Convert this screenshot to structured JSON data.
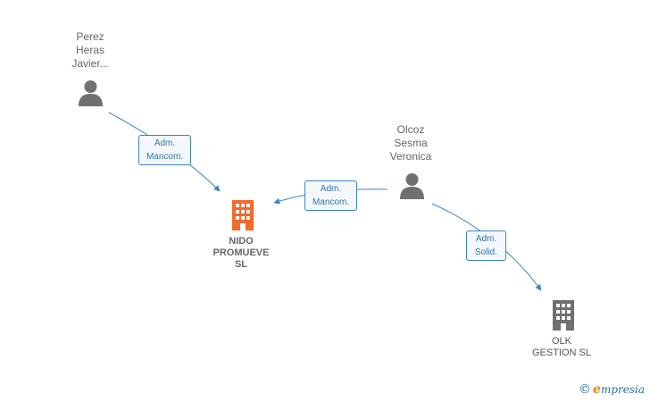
{
  "nodes": {
    "perez": {
      "label_lines": [
        "Perez",
        "Heras",
        "Javier..."
      ],
      "type": "person"
    },
    "olcoz": {
      "label_lines": [
        "Olcoz",
        "Sesma",
        "Veronica"
      ],
      "type": "person"
    },
    "nido": {
      "label_lines": [
        "NIDO",
        "PROMUEVE",
        "SL"
      ],
      "type": "company",
      "highlight": true
    },
    "olk": {
      "label_lines": [
        "OLK",
        "GESTION SL"
      ],
      "type": "company",
      "highlight": false
    }
  },
  "edges": {
    "perez_nido": {
      "label_lines": [
        "Adm.",
        "Mancom."
      ]
    },
    "olcoz_nido": {
      "label_lines": [
        "Adm.",
        "Mancom."
      ]
    },
    "olcoz_olk": {
      "label_lines": [
        "Adm.",
        "Solid."
      ]
    }
  },
  "colors": {
    "edge": "#3a86c8",
    "person_icon": "#707070",
    "company_main": "#f26a2e",
    "company_other": "#707070"
  },
  "brand": {
    "copyright": "©",
    "initial": "e",
    "name": "mpresia"
  }
}
